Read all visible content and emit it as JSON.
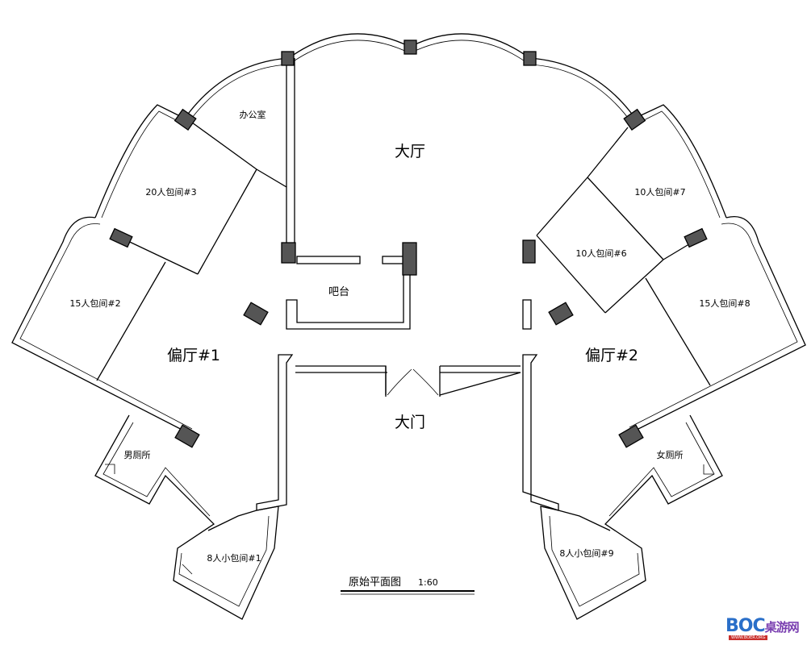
{
  "labels": {
    "main_hall": "大厅",
    "office": "办公室",
    "bar": "吧台",
    "main_door": "大门",
    "side_hall_1": "偏厅#1",
    "side_hall_2": "偏厅#2",
    "room_3": "20人包间#3",
    "room_2": "15人包间#2",
    "room_7": "10人包间#7",
    "room_6": "10人包间#6",
    "room_8": "15人包间#8",
    "mens_toilet": "男厕所",
    "womens_toilet": "女厕所",
    "room_1": "8人小包间#1",
    "room_9": "8人小包间#9"
  },
  "title": {
    "name": "原始平面图",
    "scale": "1:60"
  },
  "watermark": {
    "brand_latin": "BOC",
    "brand_cn": "桌游网",
    "url": "WWW.BOER.ORG"
  },
  "colors": {
    "wall": "#000000",
    "column_fill": "#555555",
    "background": "#ffffff"
  }
}
